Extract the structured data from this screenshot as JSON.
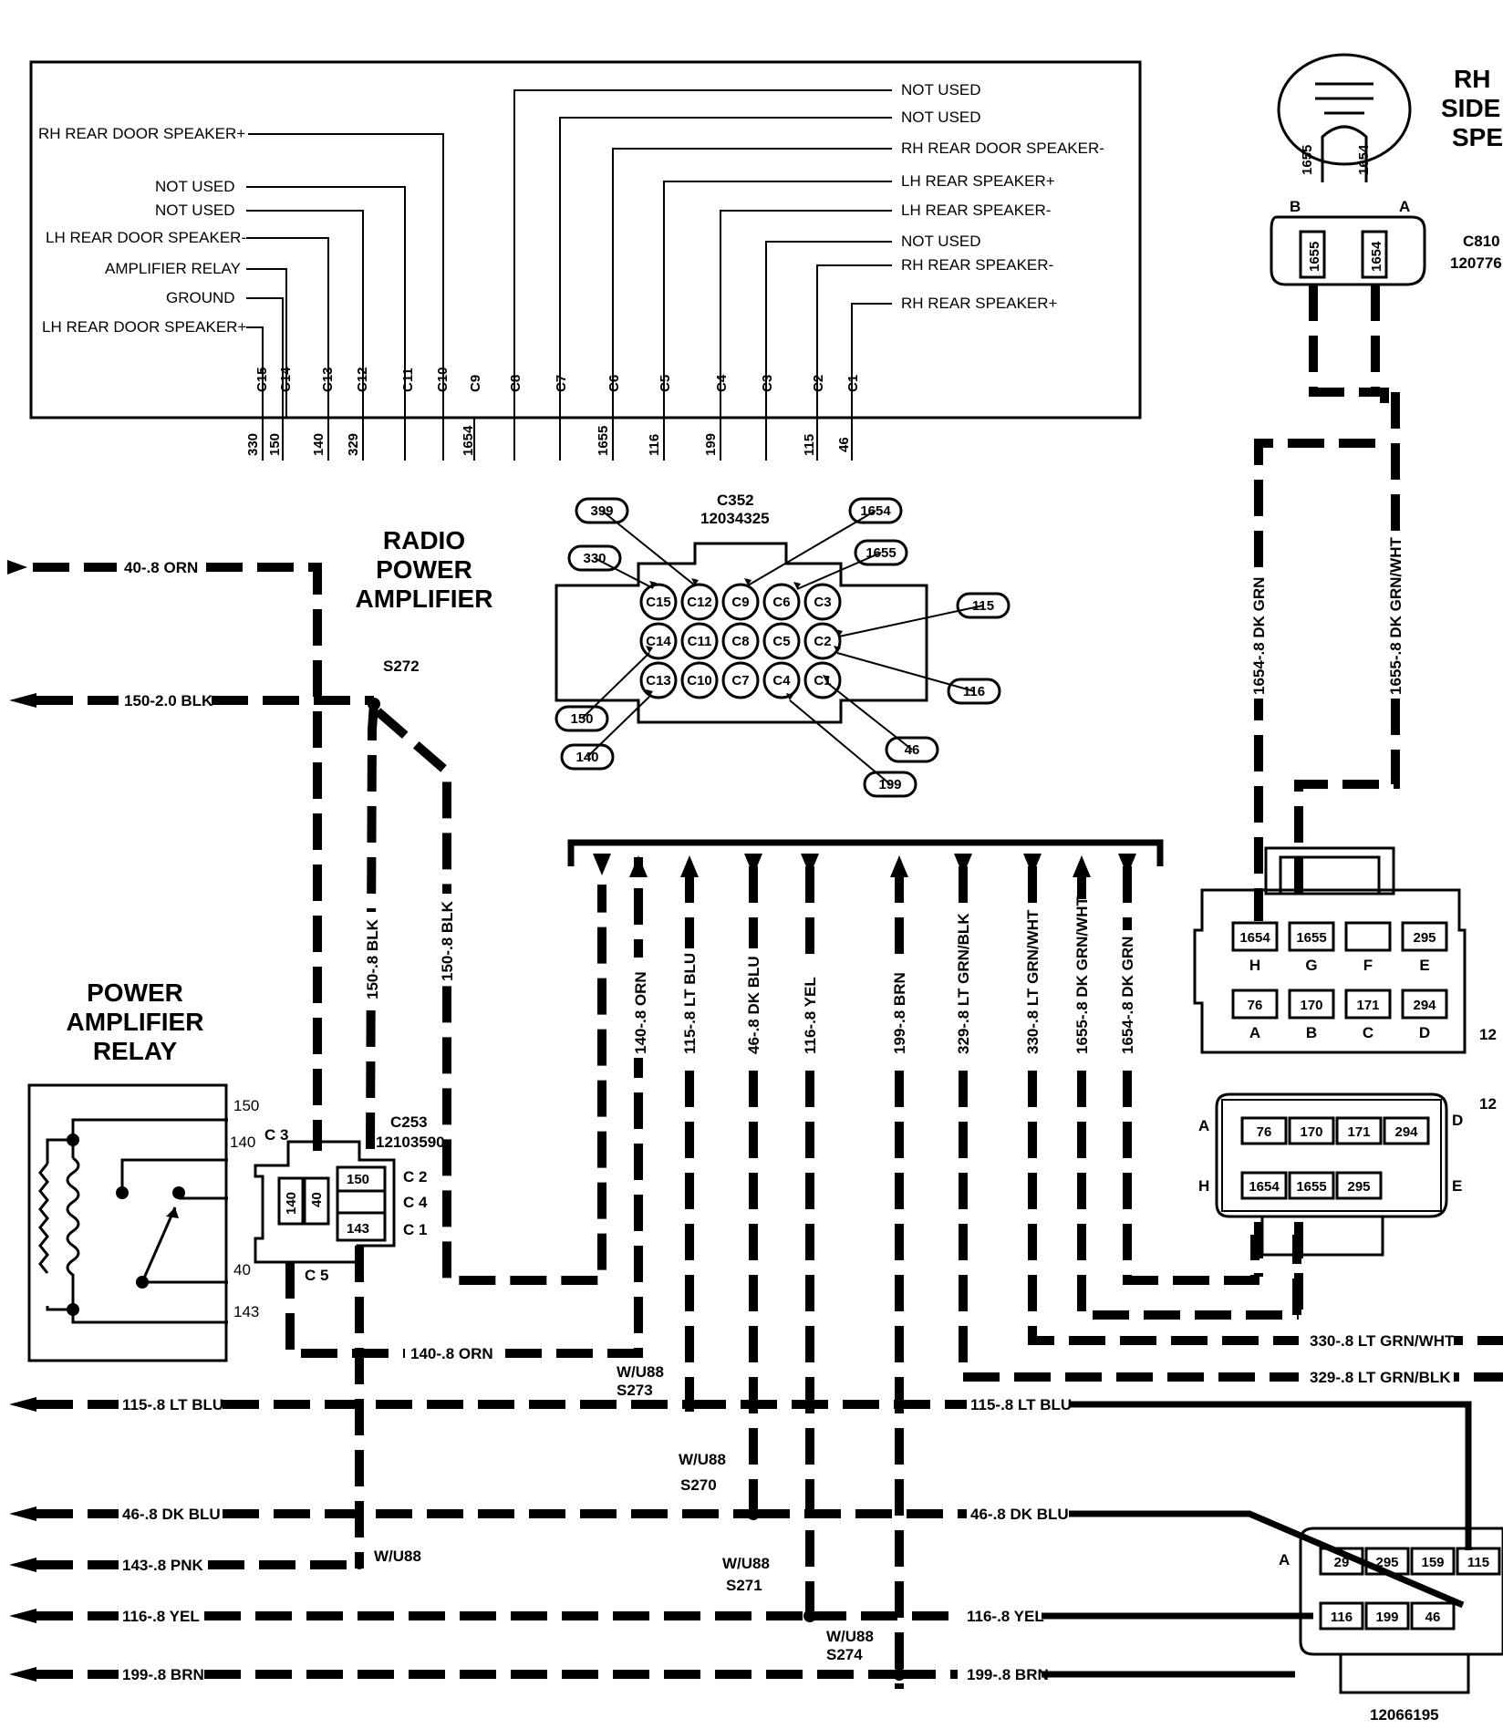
{
  "connector_c352_box": {
    "left_labels": [
      "RH REAR DOOR SPEAKER+",
      "NOT USED",
      "NOT USED",
      "LH REAR DOOR SPEAKER-",
      "AMPLIFIER RELAY",
      "GROUND",
      "LH REAR DOOR SPEAKER+"
    ],
    "right_labels": [
      "NOT USED",
      "NOT USED",
      "RH REAR DOOR SPEAKER-",
      "LH REAR SPEAKER+",
      "LH REAR SPEAKER-",
      "NOT USED",
      "RH REAR SPEAKER-",
      "RH REAR SPEAKER+"
    ],
    "cavities": [
      "C15",
      "C14",
      "C13",
      "C12",
      "C11",
      "C10",
      "C9",
      "C8",
      "C7",
      "C6",
      "C5",
      "C4",
      "C3",
      "C2",
      "C1"
    ],
    "circuits": [
      "330",
      "150",
      "140",
      "329",
      "1654",
      "1655",
      "116",
      "199",
      "115",
      "46"
    ]
  },
  "radio_amp": {
    "title_lines": [
      "RADIO",
      "POWER",
      "AMPLIFIER"
    ],
    "splice": "S272",
    "c352": {
      "id": "C352",
      "part": "12034325"
    },
    "face_row1": [
      "C15",
      "C12",
      "C9",
      "C6",
      "C3"
    ],
    "face_row2": [
      "C14",
      "C11",
      "C8",
      "C5",
      "C2"
    ],
    "face_row3": [
      "C13",
      "C10",
      "C7",
      "C4",
      "C1"
    ],
    "callouts": [
      "399",
      "1654",
      "330",
      "1655",
      "115",
      "116",
      "150",
      "46",
      "140",
      "199"
    ]
  },
  "relay": {
    "title_lines": [
      "POWER",
      "AMPLIFIER",
      "RELAY"
    ],
    "terminals": [
      "150",
      "140",
      "40",
      "143"
    ],
    "c253": {
      "id": "C253",
      "part": "12103590"
    },
    "cavities": [
      "C 3",
      "C 2",
      "C 4",
      "C 1",
      "C 5"
    ],
    "pins": [
      "140",
      "40",
      "150",
      "143"
    ]
  },
  "wires_left": [
    "40-.8 ORN",
    "150-2.0 BLK",
    "115-.8 LT BLU",
    "46-.8 DK BLU",
    "143-.8 PNK",
    "116-.8 YEL",
    "199-.8 BRN"
  ],
  "wires_right": [
    "115-.8 LT BLU",
    "46-.8 DK BLU",
    "116-.8 YEL",
    "199-.8 BRN",
    "330-.8 LT GRN/WHT",
    "329-.8 LT GRN/BLK"
  ],
  "wires_vertical": [
    "150-.8 BLK",
    "150-.8 BLK",
    "140-.8 ORN",
    "115-.8 LT BLU",
    "46-.8 DK BLU",
    "116-.8 YEL",
    "199-.8 BRN",
    "329-.8 LT GRN/BLK",
    "330-.8 LT GRN/WHT",
    "1655-.8 DK GRN/WHT",
    "1654-.8 DK GRN",
    "1654-.8 DK GRN",
    "1655-.8 DK GRN/WHT"
  ],
  "wire_140_orn": "140-.8 ORN",
  "splices": [
    {
      "option": "W/U88",
      "id": "S273"
    },
    {
      "option": "W/U88",
      "id": "S270"
    },
    {
      "option": "W/U88",
      "id": "S271"
    },
    {
      "option": "W/U88",
      "id": "S274"
    }
  ],
  "wu88_pnk": "W/U88",
  "speaker": {
    "title_lines": [
      "RH",
      "SIDE",
      "SPE"
    ],
    "pins": [
      "1655",
      "1654"
    ],
    "cavity_letters": [
      "B",
      "A"
    ],
    "connector_id": "C810",
    "connector_part": "120776"
  },
  "conn_right1": {
    "row_top": [
      "1654",
      "1655",
      "",
      "295"
    ],
    "row_top_letters": [
      "H",
      "G",
      "F",
      "E"
    ],
    "row_bot": [
      "76",
      "170",
      "171",
      "294"
    ],
    "row_bot_letters": [
      "A",
      "B",
      "C",
      "D"
    ],
    "side_label": "12"
  },
  "conn_right2": {
    "row_top": [
      "76",
      "170",
      "171",
      "294"
    ],
    "row_bot": [
      "1654",
      "1655",
      "295"
    ],
    "letters": [
      "A",
      "D",
      "H",
      "E"
    ],
    "side_label": "12"
  },
  "conn_right3": {
    "row_top": [
      "29",
      "295",
      "159",
      "115"
    ],
    "row_bot": [
      "116",
      "199",
      "46"
    ],
    "letter": "A",
    "part": "12066195"
  }
}
